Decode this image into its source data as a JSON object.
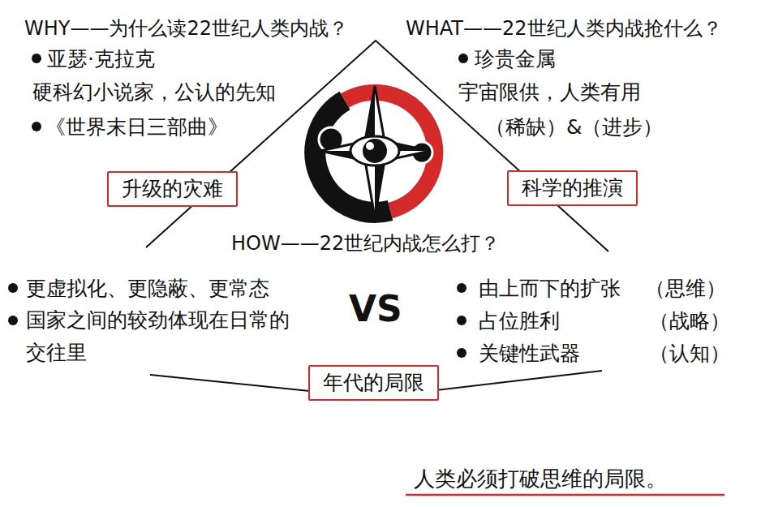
{
  "diagram": {
    "caption": "人类必须打破思维的局限。",
    "nodes": [
      {
        "text": [
          "升级的灾难"
        ]
      },
      {
        "text": [
          "科学的推演"
        ]
      },
      {
        "text": [
          "年代的局限"
        ]
      }
    ],
    "labels": [
      "WHY——为什么读22世纪人类内战？",
      "亚瑟·克拉克",
      "硬科幻小说家，公认的先知",
      "《世界末日三部曲》",
      "WHAT——22世纪人类内战抢什么？",
      "珍贵金属",
      "宇宙限供，人类有用",
      "（稀缺）&（进步）",
      "HOW——22世纪内战怎么打？",
      "更虚拟化、更隐蔽、更常态",
      "国家之间的较劲体现在日常的交往里",
      "VS",
      "由上而下的扩张",
      "（思维）",
      "占位胜利",
      "（战略）",
      "关键性武器",
      "（认知）"
    ]
  }
}
